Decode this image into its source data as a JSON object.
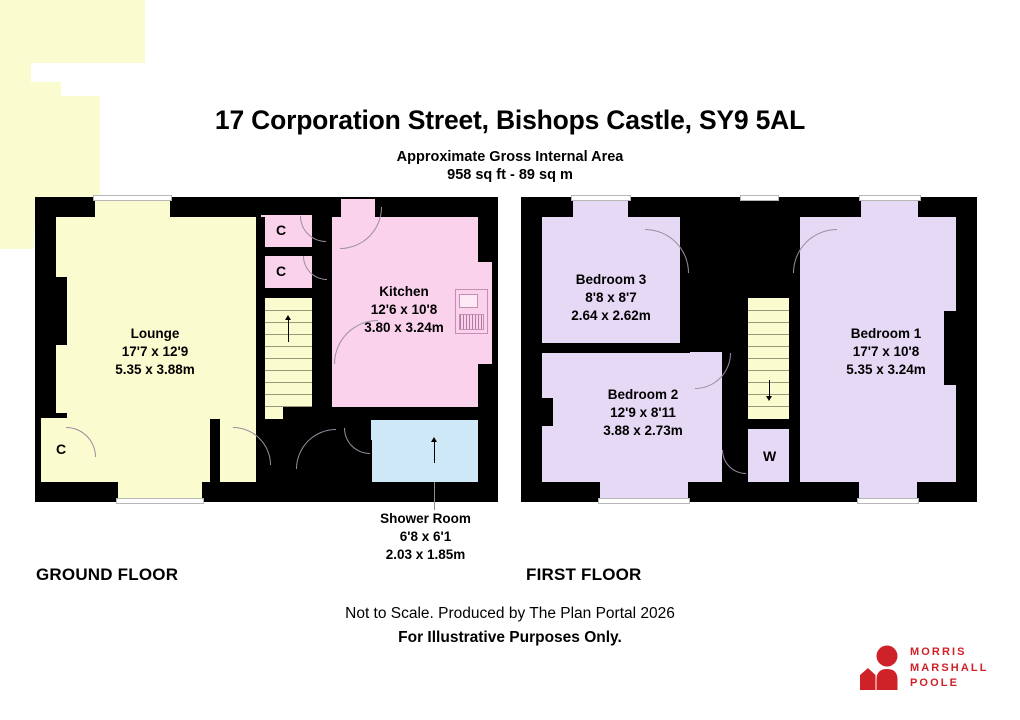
{
  "header": {
    "title": "17 Corporation Street, Bishops Castle, SY9 5AL",
    "area_label": "Approximate Gross Internal Area",
    "area_value": "958 sq ft - 89 sq m"
  },
  "floors": [
    {
      "key": "ground",
      "label": "GROUND FLOOR",
      "rooms": [
        {
          "name": "Lounge",
          "imperial": "17'7 x 12'9",
          "metric": "5.35 x 3.88m"
        },
        {
          "name": "Kitchen",
          "imperial": "12'6 x 10'8",
          "metric": "3.80 x 3.24m"
        },
        {
          "name": "Shower Room",
          "imperial": "6'8 x 6'1",
          "metric": "2.03 x 1.85m"
        }
      ],
      "markers": [
        {
          "text": "C"
        },
        {
          "text": "C"
        },
        {
          "text": "C"
        }
      ]
    },
    {
      "key": "first",
      "label": "FIRST FLOOR",
      "rooms": [
        {
          "name": "Bedroom 3",
          "imperial": "8'8 x 8'7",
          "metric": "2.64 x 2.62m"
        },
        {
          "name": "Bedroom 1",
          "imperial": "17'7 x 10'8",
          "metric": "5.35 x 3.24m"
        },
        {
          "name": "Bedroom 2",
          "imperial": "12'9 x 8'11",
          "metric": "3.88 x 2.73m"
        }
      ],
      "markers": [
        {
          "text": "W"
        }
      ]
    }
  ],
  "footer": {
    "notice_line1": "Not to Scale. Produced by The Plan Portal 2026",
    "notice_line2": "For Illustrative Purposes Only."
  },
  "logo": {
    "line1": "MORRIS",
    "line2": "MARSHALL",
    "line3": "POOLE",
    "color": "#cf2128"
  },
  "colors": {
    "lounge_fill": "#fbfbd0",
    "kitchen_fill": "#fad2ec",
    "shower_fill": "#cee8f7",
    "bedroom_fill": "#e6d9f5",
    "wall": "#000000",
    "background": "#ffffff"
  }
}
